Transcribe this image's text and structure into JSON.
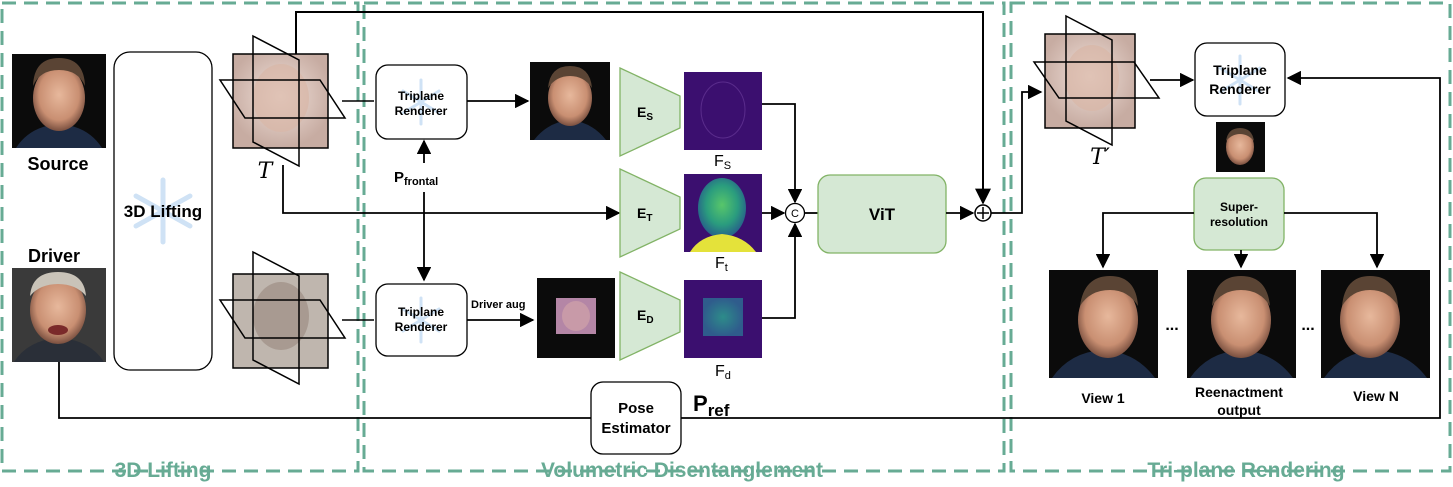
{
  "sections": {
    "lifting": "3D Lifting",
    "disentangle": "Volumetric Disentanglement",
    "rendering": "Tri-plane Rendering"
  },
  "inputs": {
    "source": "Source",
    "driver": "Driver"
  },
  "blocks": {
    "lifting_block": "3D Lifting",
    "renderer_top_1": "Triplane",
    "renderer_top_2": "Renderer",
    "renderer_bottom_1": "Triplane",
    "renderer_bottom_2": "Renderer",
    "renderer_right_1": "Triplane",
    "renderer_right_2": "Renderer",
    "vit": "ViT",
    "pose_1": "Pose",
    "pose_2": "Estimator",
    "superres_1": "Super-",
    "superres_2": "resolution"
  },
  "symbols": {
    "T": "T",
    "T_prime": "T′",
    "P_frontal_main": "P",
    "P_frontal_sub": "frontal",
    "P_ref_main": "P",
    "P_ref_sub": "ref",
    "driver_aug": "Driver aug",
    "concat": "C",
    "plus": "+"
  },
  "encoders": {
    "Es_main": "E",
    "Es_sub": "S",
    "Et_main": "E",
    "Et_sub": "T",
    "Ed_main": "E",
    "Ed_sub": "D"
  },
  "features": {
    "Fs_main": "F",
    "Fs_sub": "S",
    "Ft_main": "F",
    "Ft_sub": "t",
    "Fd_main": "F",
    "Fd_sub": "d"
  },
  "outputs": {
    "view1": "View 1",
    "reenact_1": "Reenactment",
    "reenact_2": "output",
    "viewN": "View N",
    "dots": "..."
  },
  "colors": {
    "dashed_border": "#67ab94",
    "encoder_fill": "#d5e8d4",
    "encoder_stroke": "#82b366",
    "feature_purple": "#3b0f6f"
  }
}
